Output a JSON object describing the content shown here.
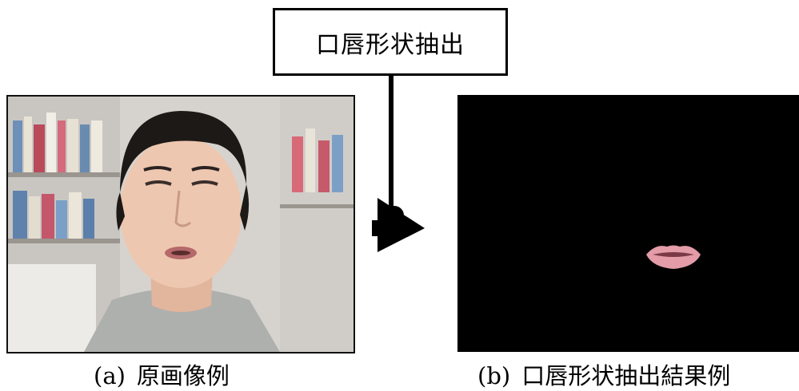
{
  "process": {
    "label": "口唇形状抽出"
  },
  "panels": [
    {
      "tag": "(a)",
      "caption": "原画像例"
    },
    {
      "tag": "(b)",
      "caption": "口唇形状抽出結果例"
    }
  ]
}
